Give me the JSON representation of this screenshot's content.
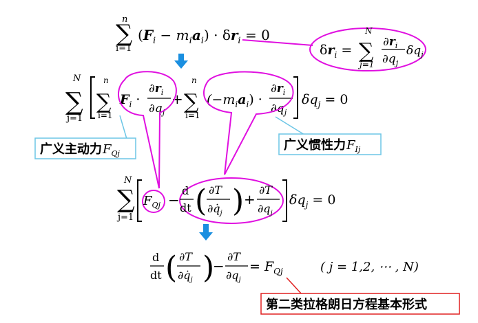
{
  "equations": {
    "dalembert": {
      "sum_top": "n",
      "sum_bottom": "i=1",
      "open": "(",
      "F": "F",
      "sub_i1": "i",
      "minus": " − ",
      "m": "m",
      "sub_i2": "i",
      "a": "a",
      "sub_i3": "i",
      "close_dot": ") · δ",
      "r": "r",
      "sub_i4": "i",
      "eq": " = 0"
    },
    "virtual_disp": {
      "delta": "δ",
      "r": "r",
      "sub_i": "i",
      "eq": " = ",
      "sum_top": "N",
      "sum_bottom": "j=1",
      "num_d": "∂",
      "num_r": "r",
      "num_sub": "i",
      "den": "∂q",
      "den_sub": "j",
      "tail": "δq",
      "tail_sub": "j"
    },
    "generalized": {
      "outer_top": "N",
      "outer_bottom": "j=1",
      "inner_top": "n",
      "inner_bottom": "i=1",
      "F": "F",
      "sub_i": "i",
      "dot": " · ",
      "num_d": "∂",
      "num_r": "r",
      "num_sub": "i",
      "den": "∂q",
      "den_sub": "j",
      "plus": "+",
      "sum2_top": "n",
      "sum2_bottom": "i=1",
      "paren_term_a": "(−m",
      "paren_term_sub1": "i",
      "paren_term_b": "a",
      "paren_term_sub2": "i",
      "paren_term_c": ") · ",
      "num2_d": "∂",
      "num2_r": "r",
      "num2_sub": "i",
      "den2": "∂q",
      "den2_sub": "j",
      "tail": "δq",
      "tail_sub": "j",
      "eq": " = 0"
    },
    "kinetic": {
      "sum_top": "N",
      "sum_bottom": "j=1",
      "FQ": "F",
      "FQ_sub": "Qj",
      "minus": "−",
      "d_num": "d",
      "d_den": "dt",
      "dT": "∂T",
      "dqdot": "∂q̇",
      "dqdot_sub": "j",
      "plus": "+",
      "dT2": "∂T",
      "dq2": "∂q",
      "dq2_sub": "j",
      "tail": "δq",
      "tail_sub": "j",
      "eq": " = 0"
    },
    "lagrange": {
      "d_num": "d",
      "d_den": "dt",
      "dT": "∂T",
      "dqdot": "∂q̇",
      "dqdot_sub": "j",
      "minus": "−",
      "dT2": "∂T",
      "dq2": "∂q",
      "dq2_sub": "j",
      "eq": " = ",
      "F": "F",
      "F_sub": "Qj",
      "range": "( j = 1,2, ⋯ , N)"
    }
  },
  "callouts": {
    "active_force": {
      "label": "广义主动力",
      "symbol": "F",
      "symbol_sub": "Qj"
    },
    "inertia_force": {
      "label": "广义惯性力",
      "symbol": "F",
      "symbol_sub": "Ij"
    },
    "lagrange_form": {
      "label": "第二类拉格朗日方程基本形式"
    }
  },
  "colors": {
    "highlight_ellipse": "#e010e0",
    "callout_box": "#6cc6e6",
    "callout_box_red": "#e02020",
    "arrow": "#1a8fe0",
    "text": "#000000"
  }
}
